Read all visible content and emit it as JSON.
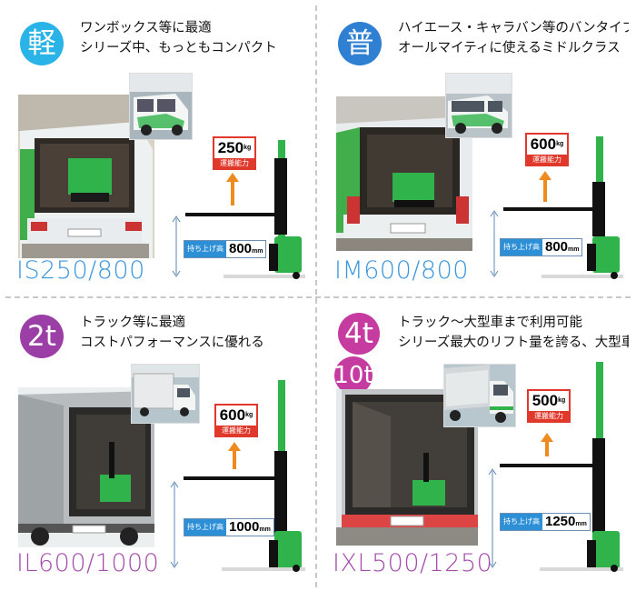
{
  "colors": {
    "cyan": "#2ab3e6",
    "blue": "#2f7fd3",
    "purple": "#9b3fa6",
    "magenta": "#c63ba0",
    "green": "#2fb34a",
    "orange": "#ef8a1e",
    "red": "#e0392b",
    "model_blue": "#3d97dd",
    "model_purple": "#a54eac",
    "arrow_blue": "#5b87b4"
  },
  "panels": [
    {
      "badge": "軽",
      "desc": [
        "ワンボックス等に最適",
        "シリーズ中、もっともコンパクト"
      ],
      "model": "IS250/800",
      "capacity": "250",
      "capacity_unit": "kg",
      "capacity_label": "運搬能力",
      "lift_label": "持ち上げ高",
      "lift_value": "800",
      "lift_unit": "mm"
    },
    {
      "badge": "普",
      "desc": [
        "ハイエース・キャラバン等のバンタイプに最適",
        "オールマイティに使えるミドルクラス"
      ],
      "model": "IM600/800",
      "capacity": "600",
      "capacity_unit": "kg",
      "capacity_label": "運搬能力",
      "lift_label": "持ち上げ高",
      "lift_value": "800",
      "lift_unit": "mm"
    },
    {
      "badge": "2t",
      "desc": [
        "トラック等に最適",
        "コストパフォーマンスに優れる"
      ],
      "model": "IL600/1000",
      "capacity": "600",
      "capacity_unit": "kg",
      "capacity_label": "運搬能力",
      "lift_label": "持ち上げ高",
      "lift_value": "1000",
      "lift_unit": "mm"
    },
    {
      "badge": "4t",
      "badge2": "10t",
      "desc": [
        "トラック～大型車まで利用可能",
        "シリーズ最大のリフト量を誇る、大型車対応"
      ],
      "model": "IXL500/1250",
      "capacity": "500",
      "capacity_unit": "kg",
      "capacity_label": "運搬能力",
      "lift_label": "持ち上げ高",
      "lift_value": "1250",
      "lift_unit": "mm"
    }
  ]
}
